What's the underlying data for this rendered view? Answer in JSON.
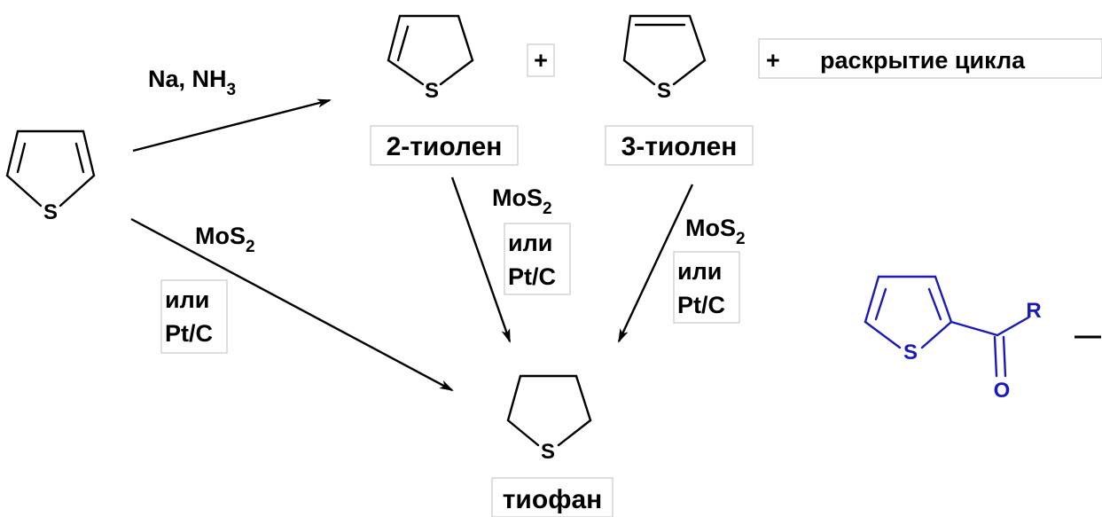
{
  "molecules": {
    "thiophene": {
      "atom": "S"
    },
    "two_thiolene": {
      "atom": "S",
      "name": "2-тиолен"
    },
    "three_thiolene": {
      "atom": "S",
      "name": "3-тиолен"
    },
    "thiophane": {
      "atom": "S",
      "name": "тиофан"
    },
    "acyl_thiophene": {
      "ring_atom": "S",
      "substituent": "R",
      "carbonyl_atom": "O",
      "color": "#1a1ab8"
    }
  },
  "reactions": {
    "reduction": {
      "reagent_main": "Na, NH",
      "reagent_sub": "3"
    },
    "plus_1": "+",
    "plus_2": "+",
    "ring_opening": "раскрытие цикла",
    "hydrogenation_direct": {
      "reagent_main": "MoS",
      "reagent_sub": "2",
      "line1": "или",
      "line2": "Pt/C"
    },
    "hydrogenation_2": {
      "reagent_main": "MoS",
      "reagent_sub": "2",
      "line1": "или",
      "line2": "Pt/C"
    },
    "hydrogenation_3": {
      "reagent_main": "MoS",
      "reagent_sub": "2",
      "line1": "или",
      "line2": "Pt/C"
    }
  },
  "trailing_dash": "—"
}
